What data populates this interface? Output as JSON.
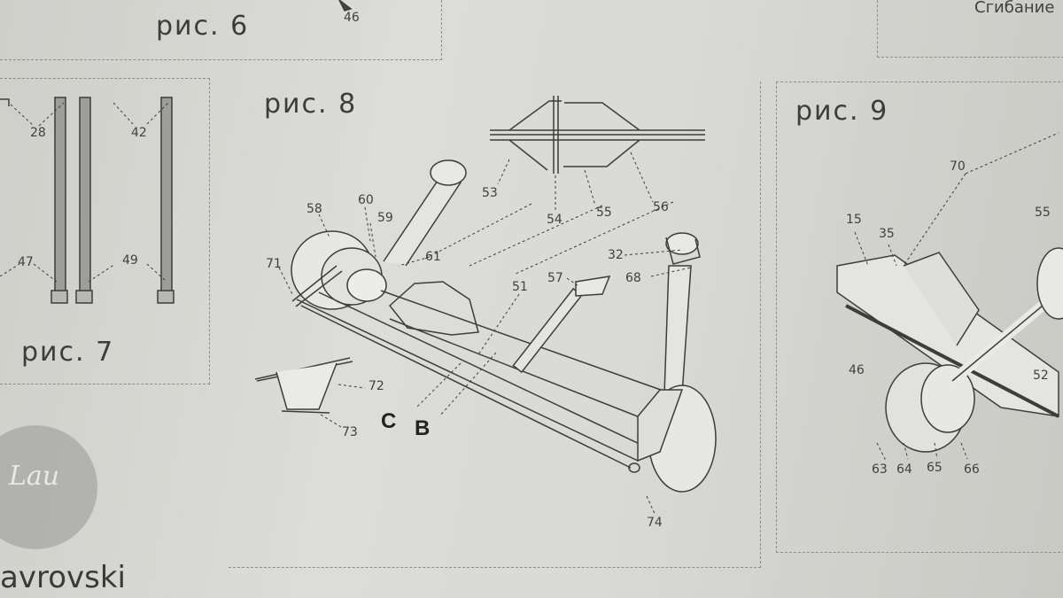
{
  "captions": {
    "fig6": "рис. 6",
    "fig7": "рис. 7",
    "fig8": "рис. 8",
    "fig9": "рис. 9",
    "top_right_text": "Сгибание"
  },
  "fig6_labels": {
    "p46": "46"
  },
  "fig7_labels": {
    "p28": "28",
    "p42": "42",
    "p47": "47",
    "p49": "49"
  },
  "fig8_labels": {
    "p53": "53",
    "p54": "54",
    "p55": "55",
    "p56": "56",
    "p58": "58",
    "p60": "60",
    "p59": "59",
    "p61": "61",
    "p71": "71",
    "p51": "51",
    "p57": "57",
    "p32": "32",
    "p68": "68",
    "p72": "72",
    "p73": "73",
    "p74": "74",
    "letter_c": "C",
    "letter_b": "B"
  },
  "fig9_labels": {
    "p70": "70",
    "p15": "15",
    "p35": "35",
    "p55": "55",
    "p46": "46",
    "p52": "52",
    "p63": "63",
    "p64": "64",
    "p65": "65",
    "p66": "66"
  },
  "brand": {
    "text": "avrovski",
    "logo_mark": "Lau"
  },
  "colors": {
    "paper": "#d3d3cf",
    "ink": "#3a3a3a",
    "dashed": "#8d8d8a"
  }
}
